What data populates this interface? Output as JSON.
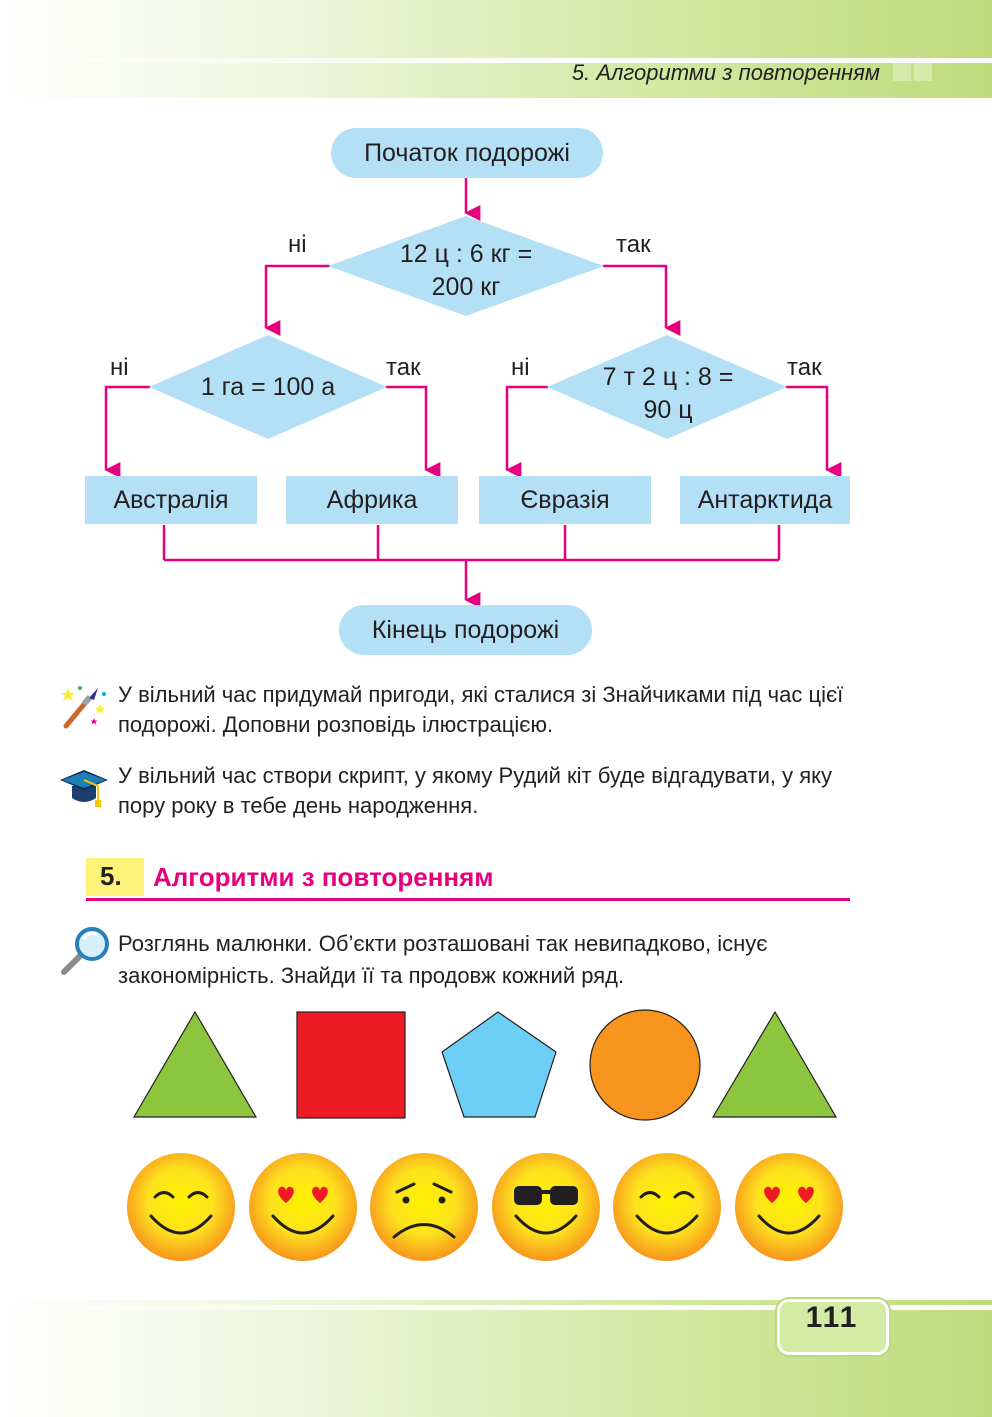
{
  "header": {
    "running_title": "5. Алгоритми з повторенням"
  },
  "flowchart": {
    "start": "Початок подорожі",
    "decision_top": {
      "line1": "12 ц : 6 кг =",
      "line2": "200 кг"
    },
    "decision_left": {
      "line1": "1 га = 100 а"
    },
    "decision_right": {
      "line1": "7 т 2 ц : 8 =",
      "line2": "90 ц"
    },
    "label_no": "ні",
    "label_yes": "так",
    "outcomes": [
      "Австралія",
      "Африка",
      "Євразія",
      "Антарктида"
    ],
    "end": "Кінець подорожі"
  },
  "tasks": [
    {
      "icon": "paintbrush-stars-icon",
      "text": "У вільний час придумай пригоди, які сталися зі Знайчиками під час цієї подорожі. Доповни розповідь ілюстрацією."
    },
    {
      "icon": "graduation-cap-icon",
      "text": "У вільний час створи скрипт, у якому Рудий кіт буде відгадувати, у яку пору року в тебе день народження."
    }
  ],
  "section": {
    "number": "5.",
    "title": "Алгоритми з повторенням"
  },
  "intro": {
    "icon": "magnifier-icon",
    "text": "Розглянь малюнки. Об’єкти розташовані так невипадково, існує закономірність. Знайди її та продовж кожний ряд."
  },
  "shapes_row": [
    "triangle",
    "square",
    "pentagon",
    "circle",
    "triangle"
  ],
  "shape_colors": {
    "triangle": "#8cc63f",
    "square": "#ed1c24",
    "pentagon": "#6dcff6",
    "circle": "#f7941d"
  },
  "smileys_row": [
    "smile",
    "hearts",
    "sad",
    "sunglasses",
    "smile",
    "hearts"
  ],
  "colors": {
    "accent": "#e6007e",
    "flow_fill": "#b3e0f5",
    "section_bg": "#fff27a",
    "band_green": "#bedc7c"
  },
  "page_number": "111"
}
